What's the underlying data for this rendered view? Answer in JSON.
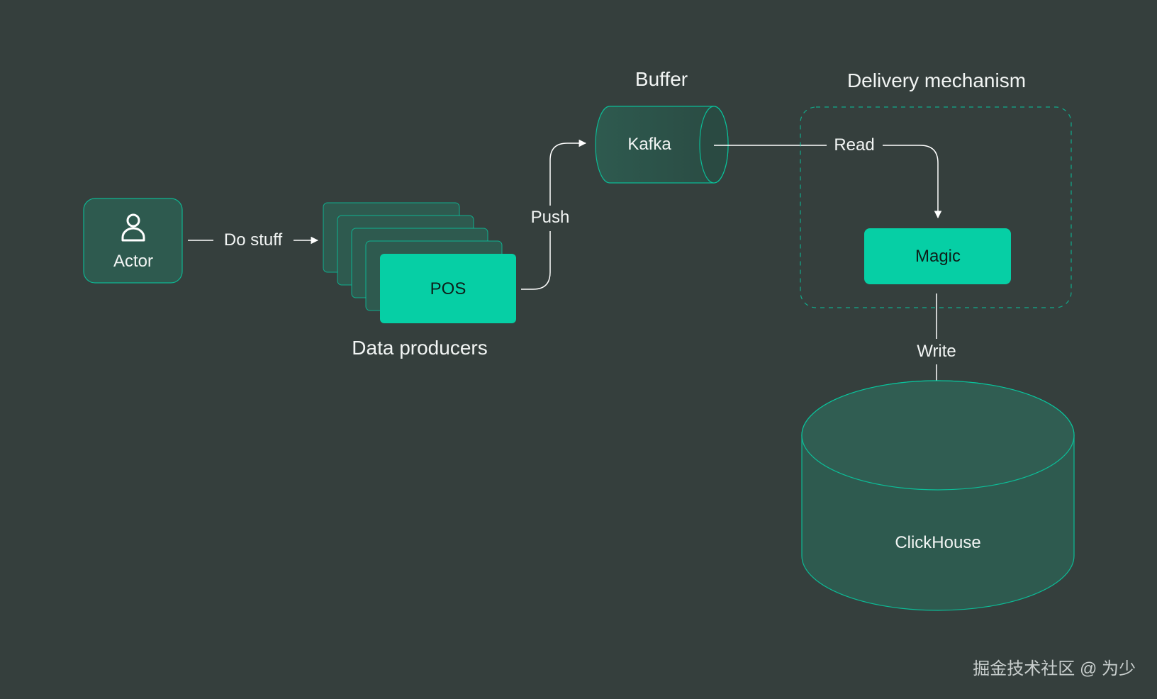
{
  "colors": {
    "background": "#353f3d",
    "node_fill": "#2e5a4f",
    "accent": "#06cfa5",
    "text": "#f2f5f4",
    "dark_text": "#0d1f1a"
  },
  "actor": {
    "label": "Actor",
    "icon": "person-icon"
  },
  "edges": {
    "do_stuff": "Do stuff",
    "push": "Push",
    "read": "Read",
    "write": "Write"
  },
  "producers": {
    "front_label": "POS",
    "group_label": "Data producers"
  },
  "buffer": {
    "title": "Buffer",
    "node_label": "Kafka"
  },
  "delivery": {
    "title": "Delivery mechanism",
    "node_label": "Magic"
  },
  "database": {
    "label": "ClickHouse"
  },
  "watermark": "掘金技术社区 @ 为少"
}
